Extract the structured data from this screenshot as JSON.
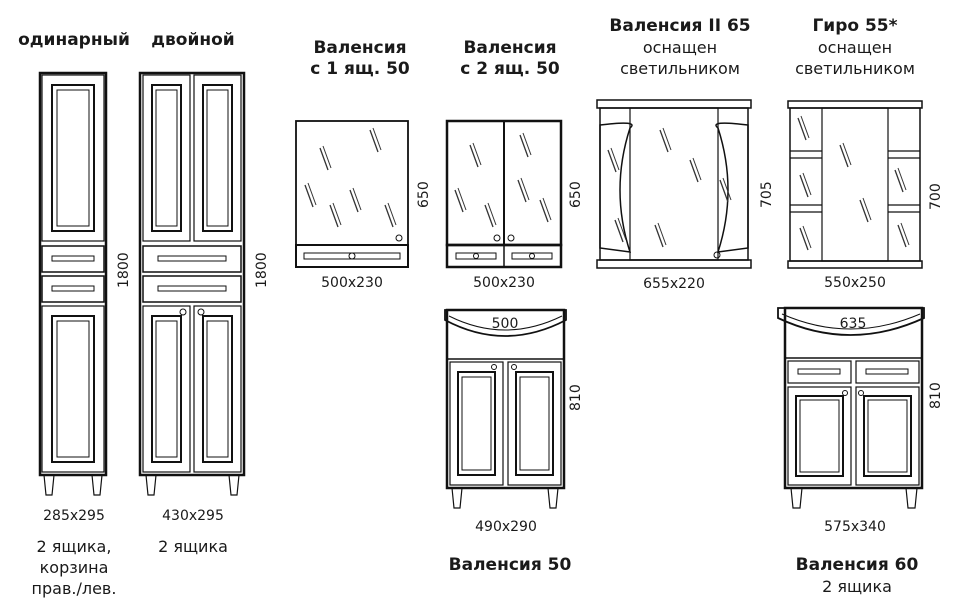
{
  "column_single": {
    "title": "одинарный",
    "height": "1800",
    "size": "285x295",
    "note1": "2 ящика,",
    "note2": "корзина",
    "note3": "прав./лев."
  },
  "column_double": {
    "title": "двойной",
    "height": "1800",
    "size": "430x295",
    "note": "2 ящика"
  },
  "mirror_1": {
    "title1": "Валенсия",
    "title2": "с 1 ящ. 50",
    "height": "650",
    "size": "500x230"
  },
  "mirror_2": {
    "title1": "Валенсия",
    "title2": "с 2 ящ. 50",
    "height": "650",
    "size": "500x230"
  },
  "mirror_3": {
    "title1": "Валенсия II 65",
    "title2": "оснащен",
    "title3": "светильником",
    "height": "705",
    "size": "655x220"
  },
  "mirror_4": {
    "title1": "Гиро 55*",
    "title2": "оснащен",
    "title3": "светильником",
    "height": "700",
    "size": "550x250"
  },
  "vanity_50": {
    "sink": "500",
    "height": "810",
    "size": "490x290",
    "title": "Валенсия 50"
  },
  "vanity_60": {
    "sink": "635",
    "height": "810",
    "size": "575x340",
    "title": "Валенсия 60",
    "note": "2 ящика"
  }
}
